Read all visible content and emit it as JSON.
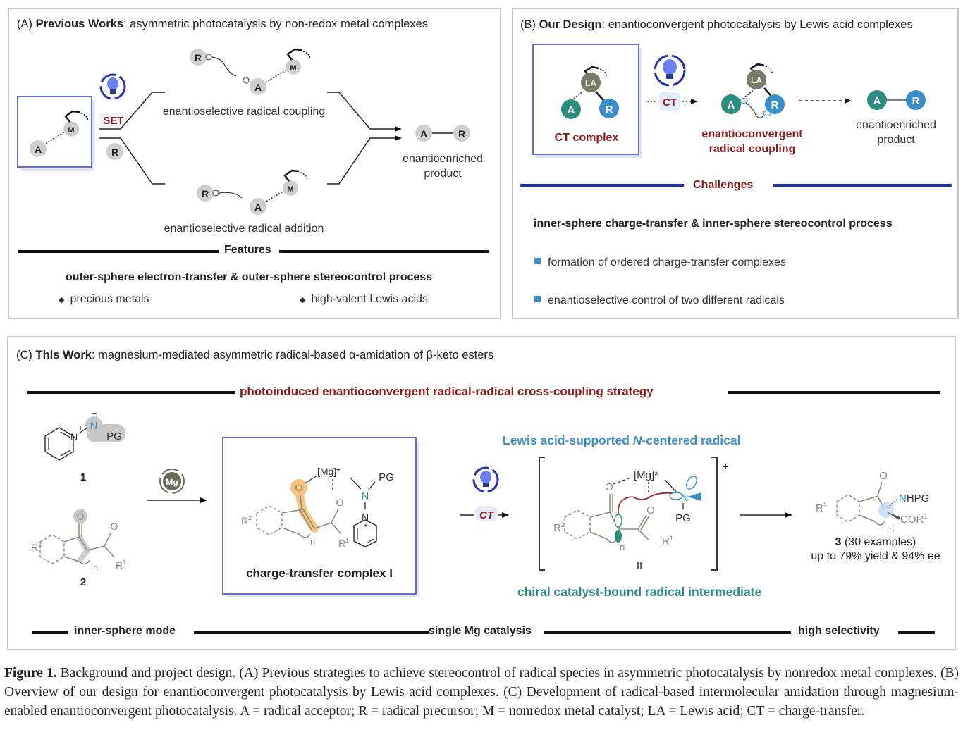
{
  "panelA": {
    "label": "(A)",
    "title_bold": "Previous Works",
    "title_rest": ": asymmetric photocatalysis by non-redox metal complexes",
    "set_label": "SET",
    "r_label": "R",
    "a_label": "A",
    "m_label": "M",
    "top_path_label": "enantioselective radical coupling",
    "bottom_path_label": "enantioselective radical addition",
    "product_line1": "enantioenriched",
    "product_line2": "product",
    "features_heading": "Features",
    "features_summary": "outer-sphere electron-transfer & outer-sphere stereocontrol process",
    "features_bullets": [
      "precious metals",
      "high-valent Lewis acids"
    ]
  },
  "panelB": {
    "label": "(B)",
    "title_bold": "Our Design",
    "title_rest": ": enantioconvergent photocatalysis by Lewis acid complexes",
    "la_label": "LA",
    "a_label": "A",
    "r_label": "R",
    "ct_complex_label": "CT complex",
    "ct_arrow_label": "CT",
    "coupling_line1": "enantioconvergent",
    "coupling_line2": "radical coupling",
    "product_line1": "enantioenriched",
    "product_line2": "product",
    "challenges_heading": "Challenges",
    "challenges_summary": "inner-sphere charge-transfer & inner-sphere stereocontrol process",
    "challenges_bullets": [
      "formation of ordered charge-transfer complexes",
      "enantioselective control of two different radicals"
    ]
  },
  "panelC": {
    "label": "(C)",
    "title_bold": "This Work",
    "title_rest": ": magnesium-mediated asymmetric radical-based α-amidation of β-keto esters",
    "strategy_heading": "photoinduced enantioconvergent radical-radical cross-coupling strategy",
    "compound1_label": "1",
    "compound2_label": "2",
    "plus": "+",
    "mg_catalyst": "Mg",
    "pg": "PG",
    "n": "N",
    "o": "O",
    "mg_complex": "[Mg]*",
    "r1": "R1",
    "r2": "R2",
    "subscript_n": "n",
    "ct_complex_caption": "charge-transfer complex I",
    "ct_arrow_label": "CT",
    "n_radical_heading_pre": "Lewis acid-supported ",
    "n_radical_heading_italic": "N",
    "n_radical_heading_post": "-centered radical",
    "intermediate_label": "II",
    "intermediate_charge": "+",
    "intermediate_caption": "chiral catalyst-bound radical intermediate",
    "product_nhpg": "NHPG",
    "product_cor1": "COR1",
    "product_label_num": "3",
    "product_label_rest": " (30 examples)",
    "product_yield": "up to 79% yield & 94% ee",
    "footer_items": [
      "inner-sphere mode",
      "single Mg catalysis",
      "high selectivity"
    ]
  },
  "caption": {
    "figure_label": "Figure 1.",
    "text": " Background and project design. (A) Previous strategies to achieve stereocontrol of radical species in asymmetric photocatalysis by nonredox metal complexes. (B) Overview of our design for enantioconvergent photocatalysis by Lewis acid complexes. (C) Development of radical-based intermolecular amidation through magnesium-enabled enantioconvergent photocatalysis. A = radical acceptor; R = radical precursor; M = nonredox metal catalyst; LA = Lewis acid; CT = charge-transfer."
  },
  "colors": {
    "dark_red": "#8b1a1a",
    "teal": "#2e8b80",
    "blue": "#3a8fc8",
    "navy": "#2434a8",
    "gray_circle": "#cfcfcf",
    "la_gray": "#7a7a68",
    "orange_highlight": "#f5c27a"
  }
}
